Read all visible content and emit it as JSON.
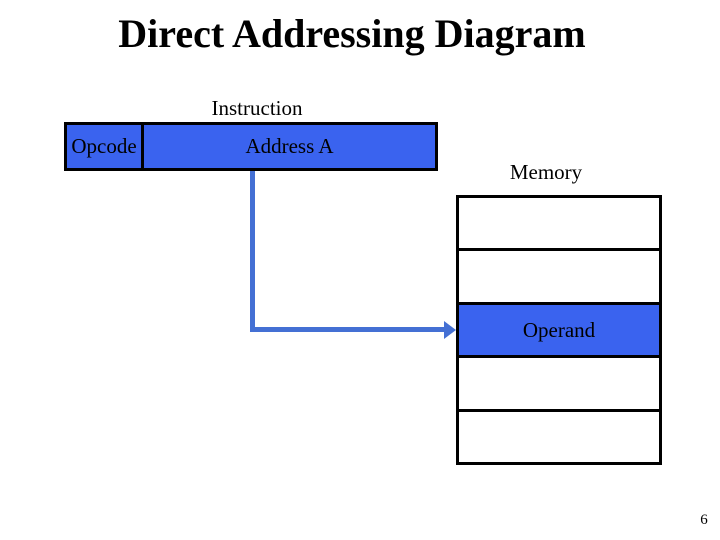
{
  "slide": {
    "title": "Direct Addressing Diagram",
    "page_number": "6"
  },
  "instruction": {
    "label": "Instruction",
    "opcode_label": "Opcode",
    "address_label": "Address A"
  },
  "memory": {
    "label": "Memory",
    "rows": [
      "",
      "",
      "Operand",
      "",
      ""
    ],
    "operand_row_index": 2
  },
  "connector": {
    "from": "address-a-cell",
    "to": "operand-row",
    "shape": "elbow-down-right-arrow"
  },
  "colors": {
    "fill_blue": "#3a63ef",
    "connector_blue": "#4470d4",
    "border_color": "#000000",
    "bg": "#ffffff",
    "text": "#000000"
  }
}
